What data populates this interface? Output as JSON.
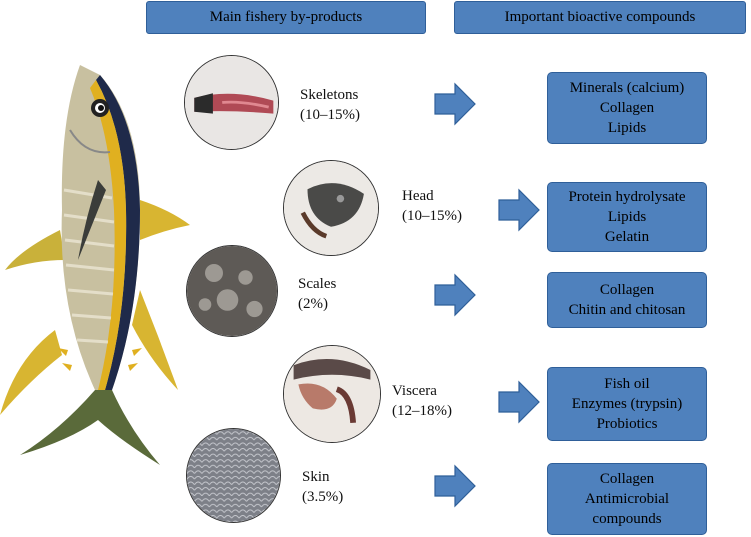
{
  "headers": {
    "byproducts": "Main fishery by-products",
    "compounds": "Important bioactive compounds"
  },
  "items": [
    {
      "name": "Skeletons",
      "pct": "(10–15%)",
      "compounds": [
        "Minerals (calcium)",
        "Collagen",
        "Lipids"
      ]
    },
    {
      "name": "Head",
      "pct": "(10–15%)",
      "compounds": [
        "Protein hydrolysate",
        "Lipids",
        "Gelatin"
      ]
    },
    {
      "name": "Scales",
      "pct": "(2%)",
      "compounds": [
        "Collagen",
        "Chitin and chitosan"
      ]
    },
    {
      "name": "Viscera",
      "pct": "(12–18%)",
      "compounds": [
        "Fish oil",
        "Enzymes (trypsin)",
        "Probiotics"
      ]
    },
    {
      "name": "Skin",
      "pct": "(3.5%)",
      "compounds": [
        "Collagen",
        "Antimicrobial",
        "compounds"
      ]
    }
  ],
  "colors": {
    "box_fill": "#4f81bd",
    "box_border": "#2f5f99",
    "arrow_fill": "#4f81bd"
  }
}
